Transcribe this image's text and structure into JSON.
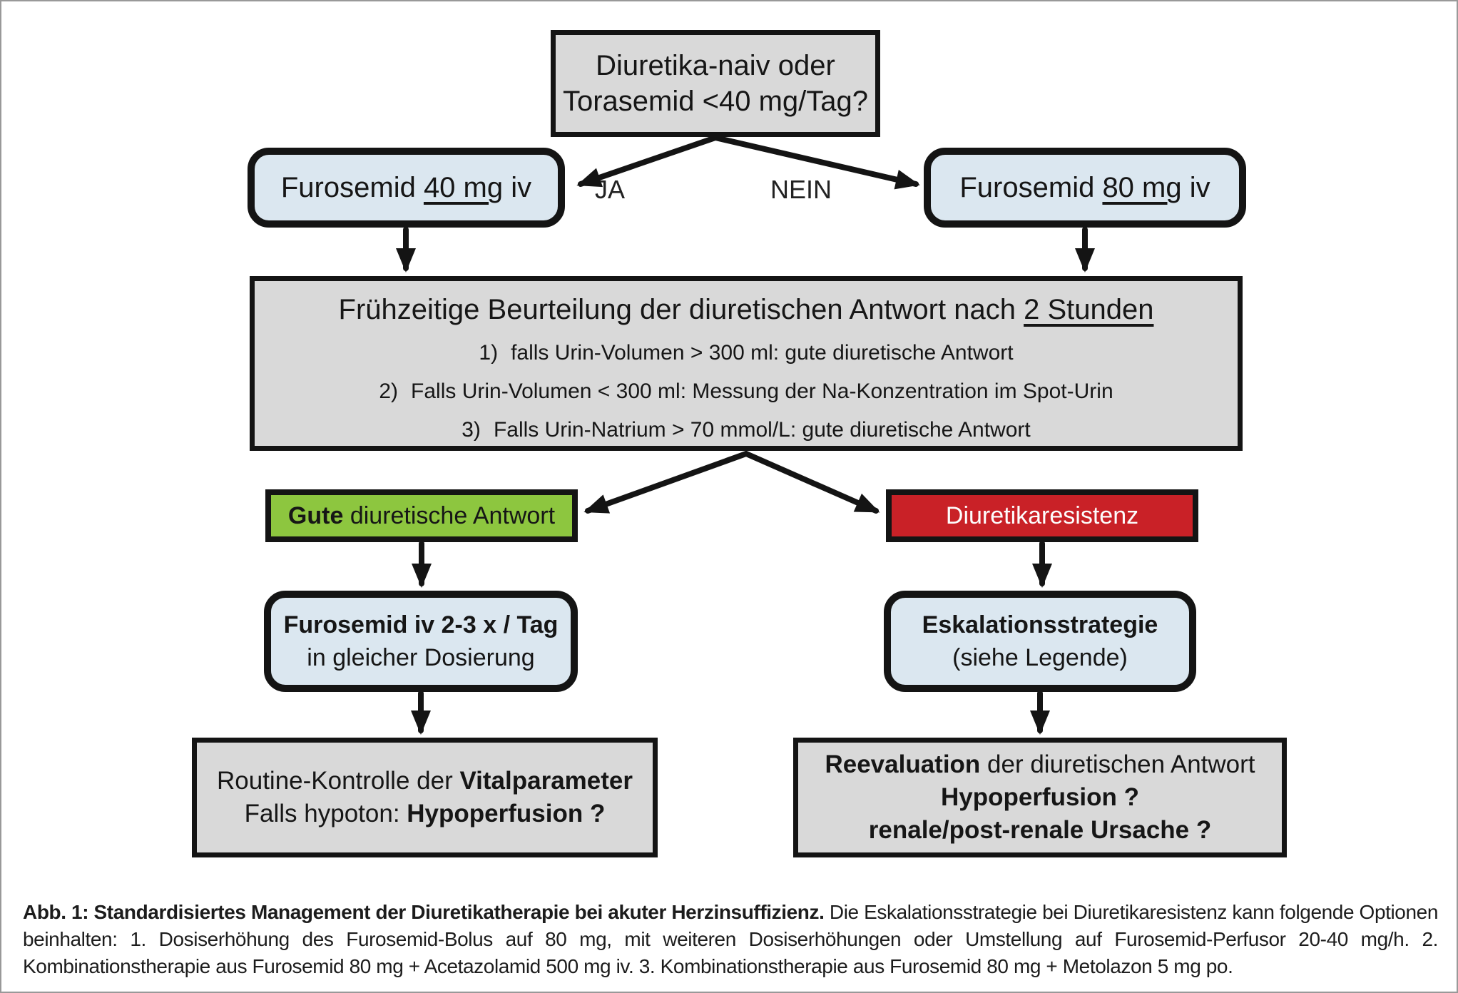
{
  "colors": {
    "box_gray": "#d9d9d9",
    "box_blue": "#dbe7f0",
    "box_green": "#8dc63f",
    "box_red": "#c92127",
    "line_black": "#141414"
  },
  "flowchart": {
    "start_box": {
      "line1": "Diuretika-naiv oder",
      "line2": "Torasemid <40 mg/Tag?"
    },
    "branch_labels": {
      "yes": "JA",
      "no": "NEIN"
    },
    "dose_box_left": {
      "pre": "Furosemid ",
      "underlined": "40 mg",
      "post": " iv"
    },
    "dose_box_right": {
      "pre": "Furosemid ",
      "underlined": "80 mg",
      "post": " iv"
    },
    "assessment_box": {
      "title_pre": "Frühzeitige Beurteilung der diuretischen Antwort nach ",
      "title_underlined": "2 Stunden",
      "items": [
        {
          "num": "1)",
          "text": "falls Urin-Volumen > 300 ml: gute diuretische Antwort"
        },
        {
          "num": "2)",
          "text": "Falls Urin-Volumen < 300 ml: Messung der Na-Konzentration im Spot-Urin"
        },
        {
          "num": "3)",
          "text": "Falls Urin-Natrium > 70 mmol/L: gute diuretische Antwort"
        }
      ]
    },
    "good_response_box": {
      "bold": "Gute",
      "rest": " diuretische Antwort"
    },
    "resistance_box": {
      "label": "Diuretikaresistenz"
    },
    "continue_box": {
      "line1": "Furosemid iv 2-3 x / Tag",
      "line2": "in gleicher Dosierung"
    },
    "escalation_box": {
      "line1": "Eskalationsstrategie",
      "line2": "(siehe Legende)"
    },
    "monitor_box": {
      "line1_pre": "Routine-Kontrolle der ",
      "line1_bold": "Vitalparameter",
      "line2_pre": "Falls hypoton: ",
      "line2_bold": "Hypoperfusion ?"
    },
    "reeval_box": {
      "line1_bold": "Reevaluation",
      "line1_rest": " der diuretischen Antwort",
      "line2_bold": "Hypoperfusion ?",
      "line3_bold": "renale/post-renale Ursache ?"
    }
  },
  "caption": {
    "lead_bold": "Abb. 1: Standardisiertes Management der Diuretikatherapie bei akuter Herzinsuffizienz.",
    "body": " Die Eskalationsstrategie bei Diuretikaresistenz kann folgende Optionen beinhalten: 1. Dosiserhöhung des Furosemid-Bolus auf 80 mg, mit weiteren Dosiserhöhungen oder Umstellung auf Furosemid-Perfusor 20-40 mg/h. 2. Kombinationstherapie aus Furosemid 80 mg + Acetazolamid 500 mg iv. 3. Kombinationstherapie aus Furosemid 80 mg + Metolazon 5 mg po."
  }
}
